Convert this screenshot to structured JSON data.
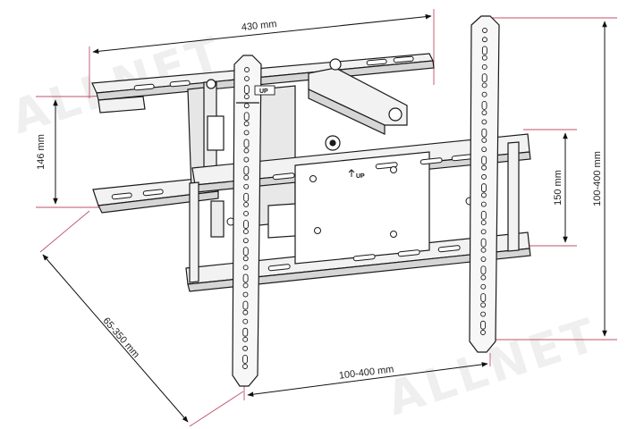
{
  "dimensions": {
    "top_width": "430 mm",
    "left_height": "146 mm",
    "right_spacing": "150 mm",
    "right_height": "100-400 mm",
    "bottom_width": "100-400 mm",
    "depth": "65-350 mm"
  },
  "labels": {
    "up_top": "UP",
    "up_center": "UP"
  },
  "watermark": "ALLNET",
  "colors": {
    "dimension_line": "#c0506a",
    "drawing_line": "#1a1a1a",
    "metal_fill": "#f2f2f2",
    "shade_fill": "#d6d6d6"
  }
}
